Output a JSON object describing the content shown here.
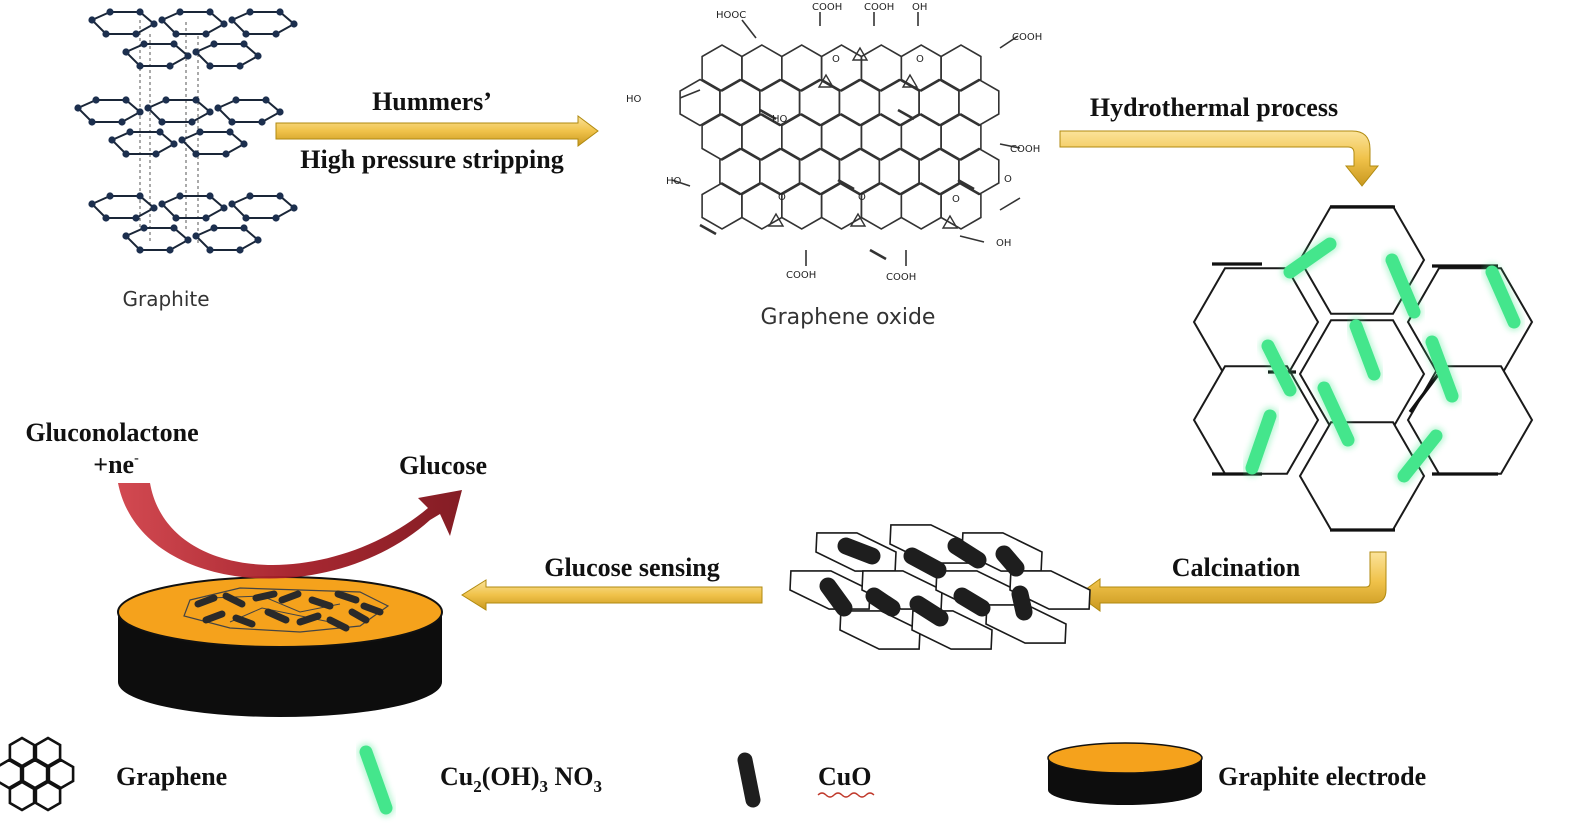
{
  "colors": {
    "arrow_fill": "#f0c24a",
    "arrow_edge": "#b08a10",
    "green_rod": "#44e68c",
    "black_rod": "#1e1e1e",
    "electrode_top": "#f5a21c",
    "electrode_body": "#0d0d0d",
    "curved_arrow": "#b8232d"
  },
  "labels": {
    "graphite": "Graphite",
    "graphene_oxide": "Graphene oxide",
    "step1_line1": "Hummers’",
    "step1_line2": "High pressure stripping",
    "step2": "Hydrothermal process",
    "step3": "Calcination",
    "step4": "Glucose sensing",
    "reactant": "Gluconolactone",
    "reactant_electron": "+ne",
    "electron_sign": "-",
    "product": "Glucose"
  },
  "oxide_groups": [
    "HOOC",
    "COOH",
    "COOH",
    "OH",
    "COOH",
    "HO",
    "COOH",
    "HO",
    "COOH",
    "COOH",
    "OH",
    "HO",
    "O",
    "O",
    "O",
    "O",
    "O",
    "O"
  ],
  "legend": {
    "graphene": "Graphene",
    "cu_formula": {
      "base": "Cu",
      "sub1": "2",
      "mid": "(OH)",
      "sub2": "3",
      "tail": " NO",
      "sub3": "3"
    },
    "cuo": "CuO",
    "electrode": "Graphite electrode"
  }
}
